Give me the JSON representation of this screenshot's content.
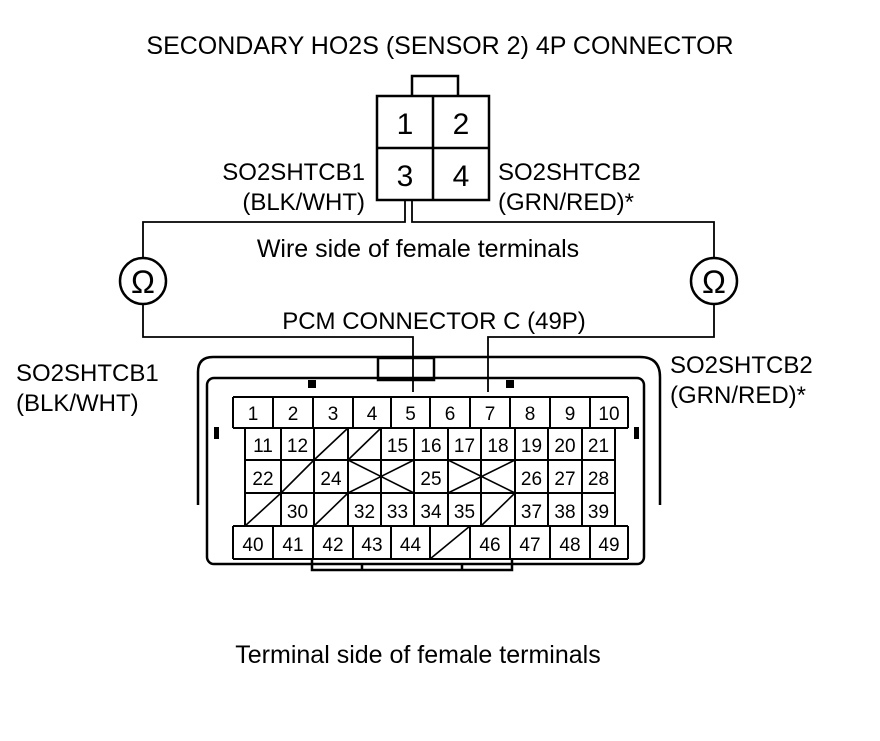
{
  "labels": {
    "title": "SECONDARY HO2S (SENSOR 2) 4P CONNECTOR",
    "wire_side": "Wire side of female terminals",
    "pcm_connector": "PCM CONNECTOR C (49P)",
    "terminal_side": "Terminal side of female terminals",
    "ohm_symbol": "Ω",
    "left_signal": "SO2SHTCB1",
    "left_color": "(BLK/WHT)",
    "right_signal": "SO2SHTCB2",
    "right_color": "(GRN/RED)*"
  },
  "connector_4p": {
    "pins": [
      "1",
      "2",
      "3",
      "4"
    ]
  },
  "pcm_connector": {
    "row1": [
      "1",
      "2",
      "3",
      "4",
      "5",
      "6",
      "7",
      "8",
      "9",
      "10"
    ],
    "row2": [
      "11",
      "12",
      "",
      "",
      "15",
      "16",
      "17",
      "18",
      "19",
      "20",
      "21"
    ],
    "row3": [
      "22",
      "",
      "24",
      "",
      "",
      "25",
      "",
      "",
      "26",
      "27",
      "28"
    ],
    "row4": [
      "",
      "30",
      "",
      "32",
      "33",
      "34",
      "35",
      "",
      "37",
      "38",
      "39"
    ],
    "row5": [
      "40",
      "41",
      "42",
      "43",
      "44",
      "",
      "46",
      "47",
      "48",
      "49"
    ]
  },
  "colors": {
    "line": "#000000",
    "background": "#ffffff"
  }
}
